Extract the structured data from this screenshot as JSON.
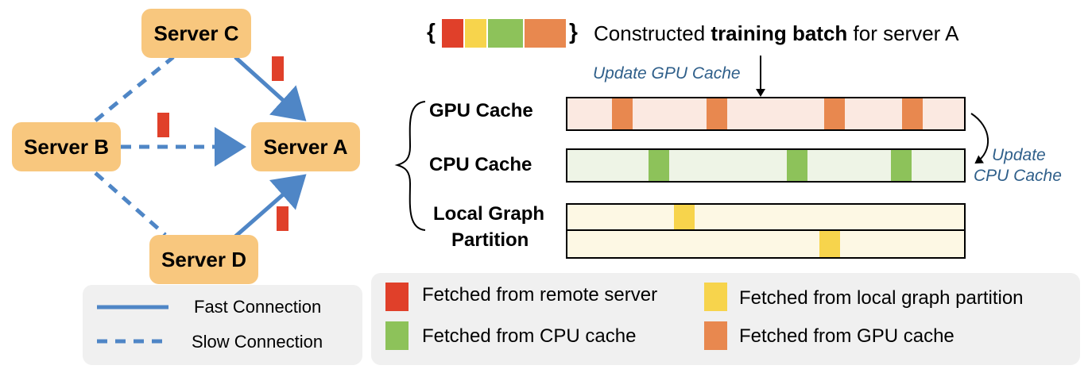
{
  "servers": {
    "c": "Server C",
    "b": "Server B",
    "a": "Server A",
    "d": "Server D"
  },
  "left_legend": {
    "fast": "Fast Connection",
    "slow": "Slow Connection"
  },
  "batch": {
    "open_brace": "{",
    "close_brace": "}",
    "text_plain": "Constructed ",
    "text_bold": "training batch",
    "text_suffix": " for server A",
    "colors": [
      "#e0402a",
      "#f7d44c",
      "#8dc25a",
      "#e8884f"
    ]
  },
  "update_gpu_label": "Update GPU Cache",
  "update_cpu_label_1": "Update",
  "update_cpu_label_2": "CPU Cache",
  "rows": {
    "gpu": "GPU Cache",
    "cpu": "CPU Cache",
    "local_1": "Local Graph",
    "local_2": "Partition"
  },
  "legend": {
    "remote": "Fetched from remote server",
    "local": "Fetched from local graph partition",
    "cpu": "Fetched from CPU cache",
    "gpu": "Fetched from GPU cache"
  },
  "colors": {
    "red": "#e0402a",
    "yellow": "#f7d44c",
    "green": "#8dc25a",
    "orange": "#e8884f",
    "node": "#f8c77e",
    "link": "#4f86c6",
    "gpu_bg": "#fbe9e1",
    "cpu_bg": "#eef4e6",
    "local_bg": "#fdf8e4"
  }
}
